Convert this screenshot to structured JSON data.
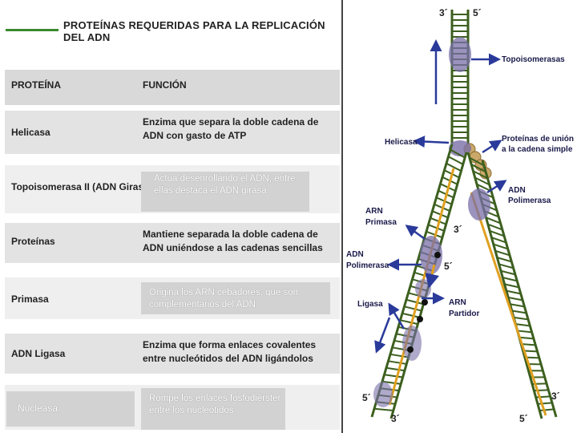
{
  "table": {
    "title": "PROTEÍNAS REQUERIDAS PARA LA REPLICACIÓN DEL ADN",
    "header_protein": "PROTEÍNA",
    "header_function": "FUNCIÓN",
    "rows": [
      {
        "protein": "Helicasa",
        "function": "Enzima que separa la doble cadena de ADN con gasto de ATP"
      },
      {
        "protein": "Topoisomerasa II (ADN Girasa)",
        "function": "Actúa desenrollando el ADN, entre ellas destaca el ADN girasa"
      },
      {
        "protein": "Proteínas",
        "function": "Mantiene separada la doble cadena de ADN uniéndose a las cadenas sencillas"
      },
      {
        "protein": "Primasa",
        "function": "Origina los ARN cebadores, que son complementarios del ADN"
      },
      {
        "protein": "ADN Ligasa",
        "function": "Enzima que forma enlaces covalentes entre nucleótidos del ADN ligándolos"
      },
      {
        "protein": "Nucleasa",
        "function": "Rompe los enlaces fosfodiérster entre los nucleótidos"
      }
    ]
  },
  "diagram": {
    "labels": {
      "topoisomerasas": "Topoisomerasas",
      "helicasa": "Helicasa",
      "proteinas_union_1": "Proteínas de unión",
      "proteinas_union_2": "a la cadena simple",
      "adn_polimerasa_right_1": "ADN",
      "adn_polimerasa_right_2": "Polimerasa",
      "arn_primasa_1": "ARN",
      "arn_primasa_2": "Primasa",
      "adn_polimerasa_left_1": "ADN",
      "adn_polimerasa_left_2": "Polimerasa",
      "ligasa": "Ligasa",
      "arn_partidor_1": "ARN",
      "arn_partidor_2": "Partidor"
    },
    "primes": {
      "top_left": "3´",
      "top_right": "5´",
      "mid_3": "3´",
      "mid_5": "5´",
      "bottom_left_5": "5´",
      "bottom_left_3": "3´",
      "bottom_right_3": "3´",
      "bottom_right_5": "5´"
    },
    "colors": {
      "strand": "#3c5f1e",
      "new_strand": "#e0a020",
      "enzyme": "#7a6fa8",
      "arrow": "#2a3a9a",
      "title_line": "#3a8a2e"
    }
  }
}
